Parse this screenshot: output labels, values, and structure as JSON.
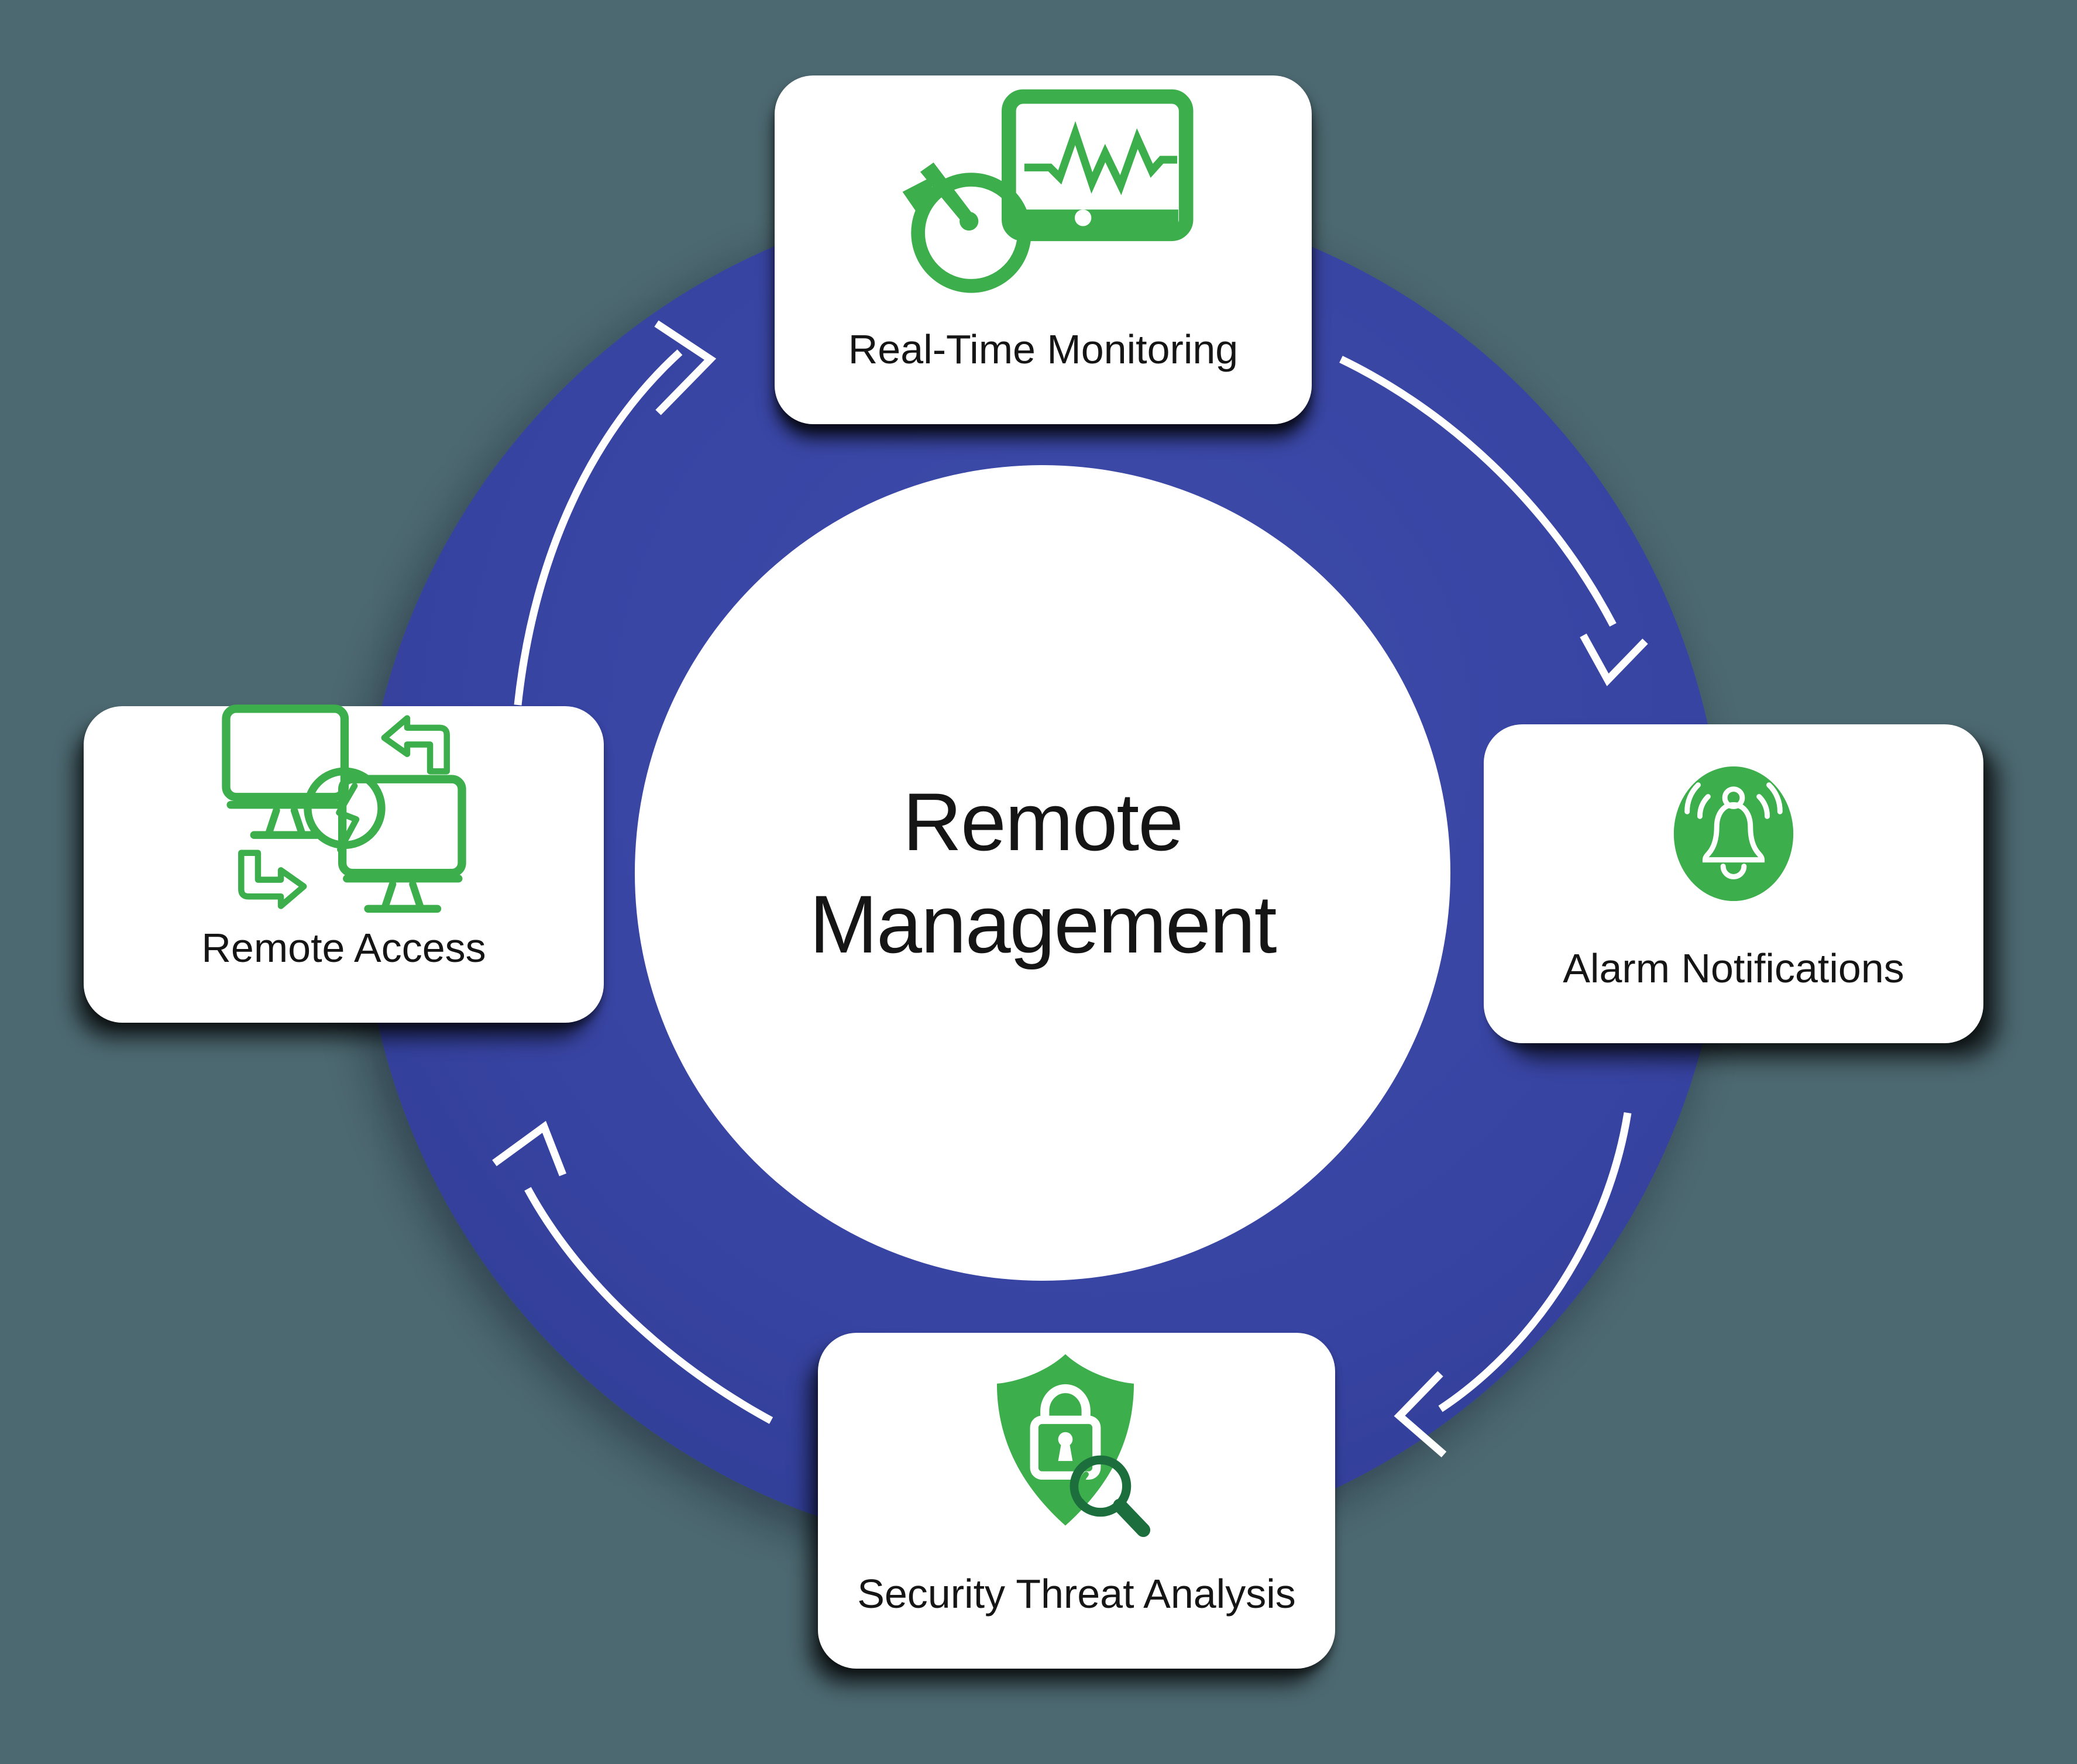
{
  "diagram": {
    "center": {
      "line1": "Remote",
      "line2": "Management"
    },
    "cards": [
      {
        "id": "real-time-monitoring",
        "label": "Real-Time Monitoring",
        "icon": "monitor-waveform-gauge-icon",
        "position": "top"
      },
      {
        "id": "alarm-notifications",
        "label": "Alarm Notifications",
        "icon": "ringing-bell-icon",
        "position": "right"
      },
      {
        "id": "security-threat-analysis",
        "label": "Security Threat Analysis",
        "icon": "shield-lock-magnifier-icon",
        "position": "bottom"
      },
      {
        "id": "remote-access",
        "label": "Remote Access",
        "icon": "dual-monitor-sync-icon",
        "position": "left"
      }
    ],
    "flow_direction": "clockwise",
    "colors": {
      "background": "#4C6870",
      "ring_blue_light": "#3D4BAA",
      "ring_blue": "#3844A2",
      "ring_blue_dark": "#313E97",
      "ring_blue_edge": "#2E3A90",
      "card_bg": "#FFFFFF",
      "icon_green": "#3CAE4B",
      "icon_dark_green": "#1C6E3C",
      "arrow_white": "#FFFFFF",
      "text_black": "#151515"
    }
  }
}
